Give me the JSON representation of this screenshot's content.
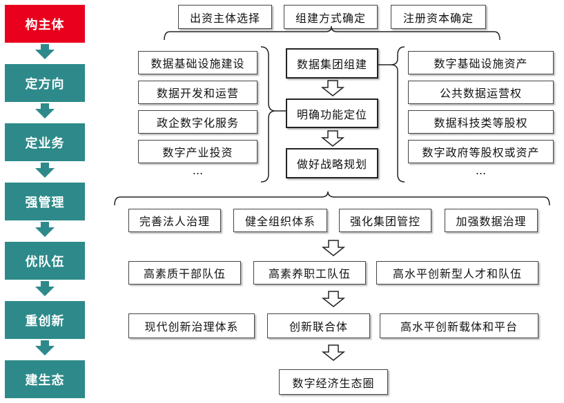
{
  "stages": [
    {
      "label": "构主体",
      "color": "#e8001c"
    },
    {
      "label": "定方向",
      "color": "#2e8a8a"
    },
    {
      "label": "定业务",
      "color": "#2e8a8a"
    },
    {
      "label": "强管理",
      "color": "#2e8a8a"
    },
    {
      "label": "优队伍",
      "color": "#2e8a8a"
    },
    {
      "label": "重创新",
      "color": "#2e8a8a"
    },
    {
      "label": "建生态",
      "color": "#2e8a8a"
    }
  ],
  "top_row": [
    "出资主体选择",
    "组建方式确定",
    "注册资本确定"
  ],
  "center": [
    "数据集团组建",
    "明确功能定位",
    "做好战略规划"
  ],
  "left_list": [
    "数据基础设施建设",
    "数据开发和运营",
    "政企数字化服务",
    "数字产业投资",
    "..."
  ],
  "right_list": [
    "数字基础设施资产",
    "公共数据运营权",
    "数据科技类等股权",
    "数字政府等股权或资产",
    "..."
  ],
  "management": [
    "完善法人治理",
    "健全组织体系",
    "强化集团管控",
    "加强数据治理"
  ],
  "team": [
    "高素质干部队伍",
    "高素养职工队伍",
    "高水平创新型人才和队伍"
  ],
  "innovation": [
    "现代创新治理体系",
    "创新联合体",
    "高水平创新载体和平台"
  ],
  "ecosystem": "数字经济生态圈"
}
